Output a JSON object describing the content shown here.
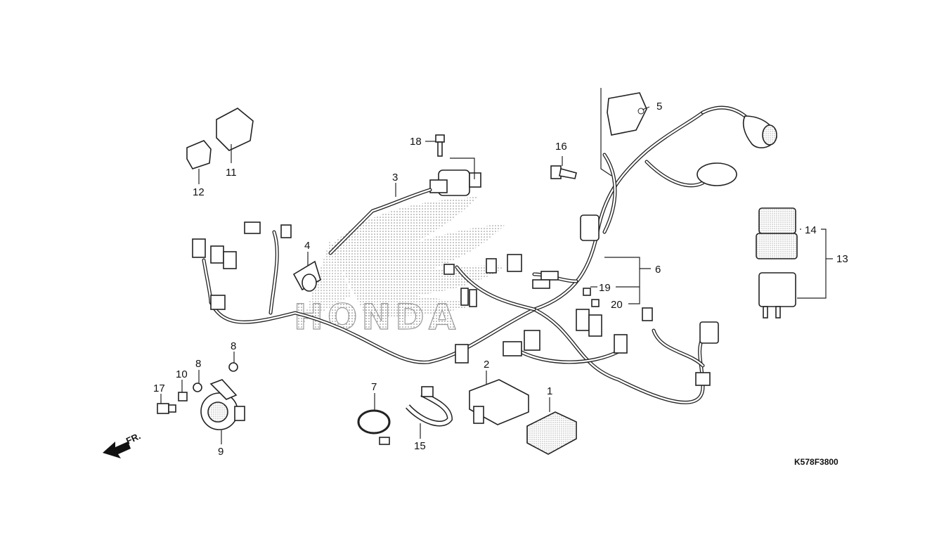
{
  "watermark": "HONDA",
  "callouts": {
    "c1": "1",
    "c2": "2",
    "c3": "3",
    "c4": "4",
    "c5": "5",
    "c6": "6",
    "c7": "7",
    "c8a": "8",
    "c8b": "8",
    "c9": "9",
    "c10": "10",
    "c11": "11",
    "c12": "12",
    "c13": "13",
    "c14": "14",
    "c15": "15",
    "c16": "16",
    "c17": "17",
    "c18": "18",
    "c19": "19",
    "c20": "20"
  },
  "front_marker": "FR.",
  "diagram_code": "K578F3800"
}
